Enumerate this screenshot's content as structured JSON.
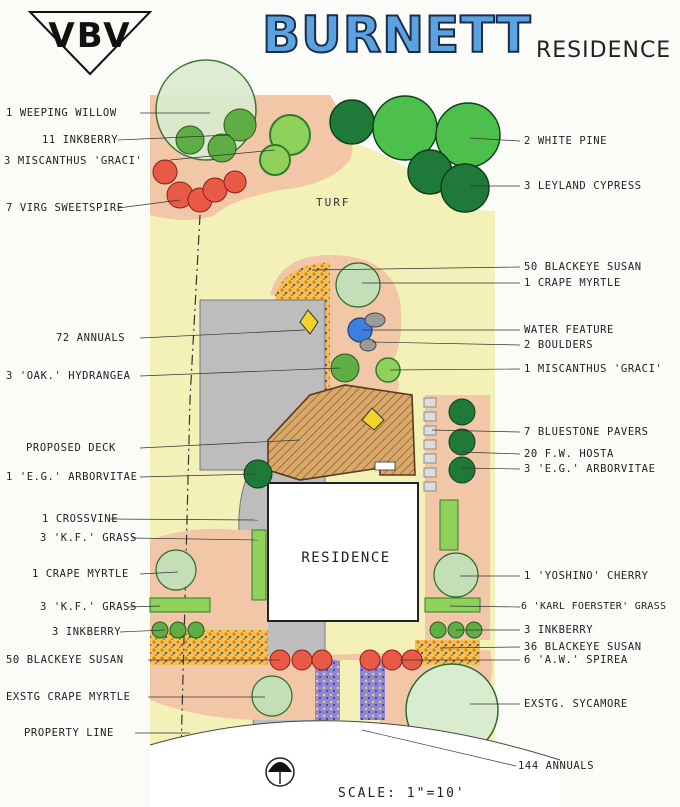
{
  "title": "BURNETT",
  "subtitle": "RESIDENCE",
  "logo": "VBV",
  "scale": "SCALE: 1\"=10'",
  "turf_label": "TURF",
  "residence_label": "RESIDENCE",
  "colors": {
    "turf": "#f3f1b8",
    "bed": "#f2c7a8",
    "driveway": "#bdbdbd",
    "deck": "#d9a86b",
    "evergreen": "#1f7a3a",
    "title_fill": "#5aa3e0",
    "water": "#3d7fe0",
    "annuals": "#f2b01e",
    "red_shrub": "#e85a45"
  },
  "left_labels": [
    "1 WEEPING WILLOW",
    "11 INKBERRY",
    "3 MISCANTHUS 'GRACI'",
    "7 VIRG SWEETSPIRE",
    "72 ANNUALS",
    "3 'OAK.' HYDRANGEA",
    "PROPOSED DECK",
    "1 'E.G.' ARBORVITAE",
    "1 CROSSVINE",
    "3 'K.F.' GRASS",
    "1 CRAPE MYRTLE",
    "3 'K.F.' GRASS",
    "3 INKBERRY",
    "50 BLACKEYE SUSAN",
    "EXSTG CRAPE MYRTLE",
    "PROPERTY LINE"
  ],
  "right_labels": [
    "2 WHITE PINE",
    "3 LEYLAND CYPRESS",
    "50 BLACKEYE SUSAN",
    "1 CRAPE MYRTLE",
    "WATER FEATURE",
    "2 BOULDERS",
    "1 MISCANTHUS 'GRACI'",
    "7 BLUESTONE PAVERS",
    "20 F.W. HOSTA",
    "3 'E.G.' ARBORVITAE",
    "1 'YOSHINO' CHERRY",
    "6 'KARL FOERSTER' GRASS",
    "3 INKBERRY",
    "36 BLACKEYE SUSAN",
    "6 'A.W.' SPIREA",
    "EXSTG. SYCAMORE",
    "144 ANNUALS"
  ]
}
